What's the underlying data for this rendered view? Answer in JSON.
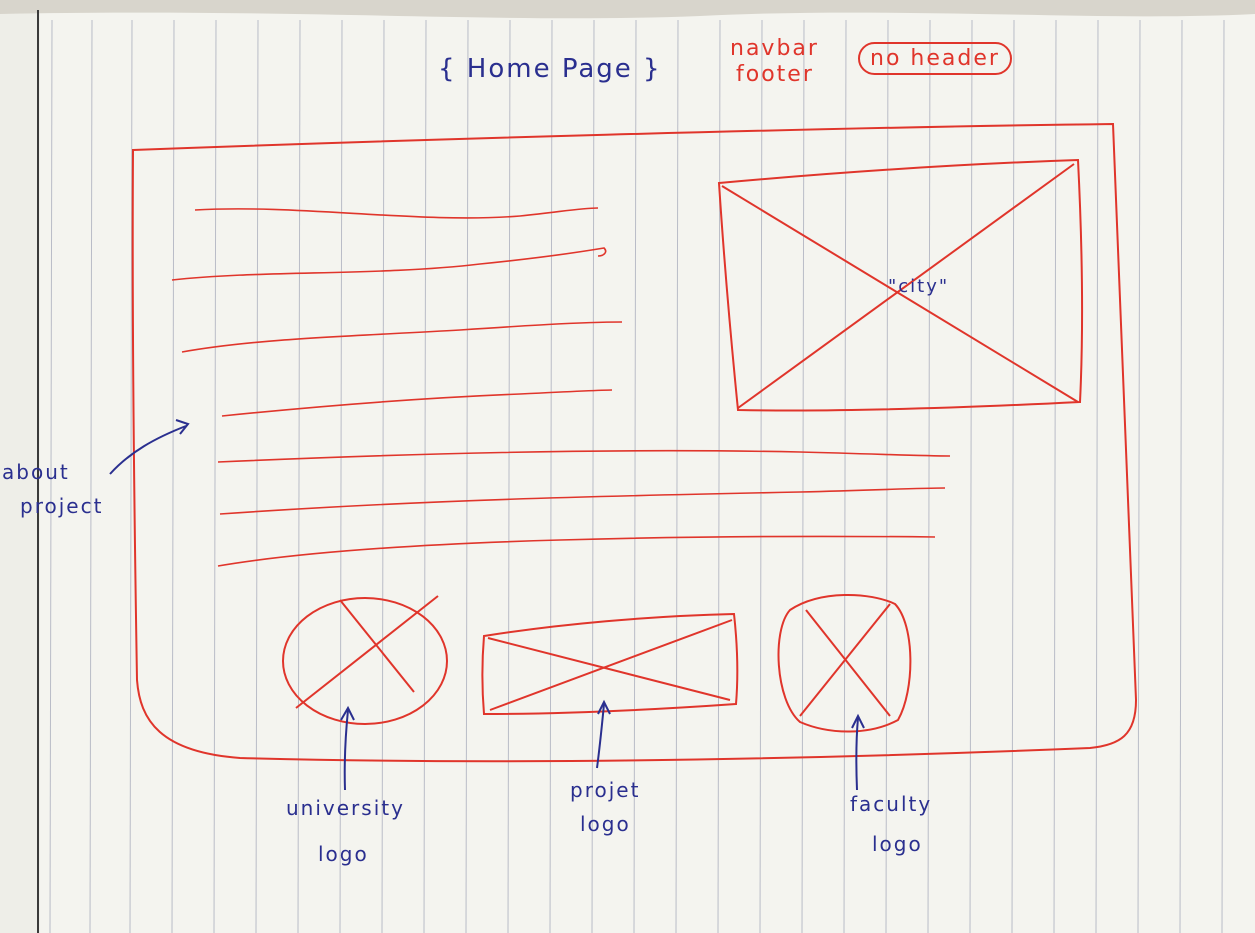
{
  "title": "{ Home Page }",
  "notes": {
    "navbar": "navbar",
    "footer": "footer",
    "no_header": "no header"
  },
  "city_label": "\"city\"",
  "about_label": {
    "line1": "about",
    "line2": "project"
  },
  "logos": {
    "university": {
      "line1": "university",
      "line2": "logo"
    },
    "project": {
      "line1": "projet",
      "line2": "logo"
    },
    "faculty": {
      "line1": "faculty",
      "line2": "logo"
    }
  },
  "colors": {
    "paper": "#f4f4ef",
    "rule_line": "#b9bcc7",
    "red_ink": "#e0352b",
    "blue_ink": "#2a2f8f"
  }
}
